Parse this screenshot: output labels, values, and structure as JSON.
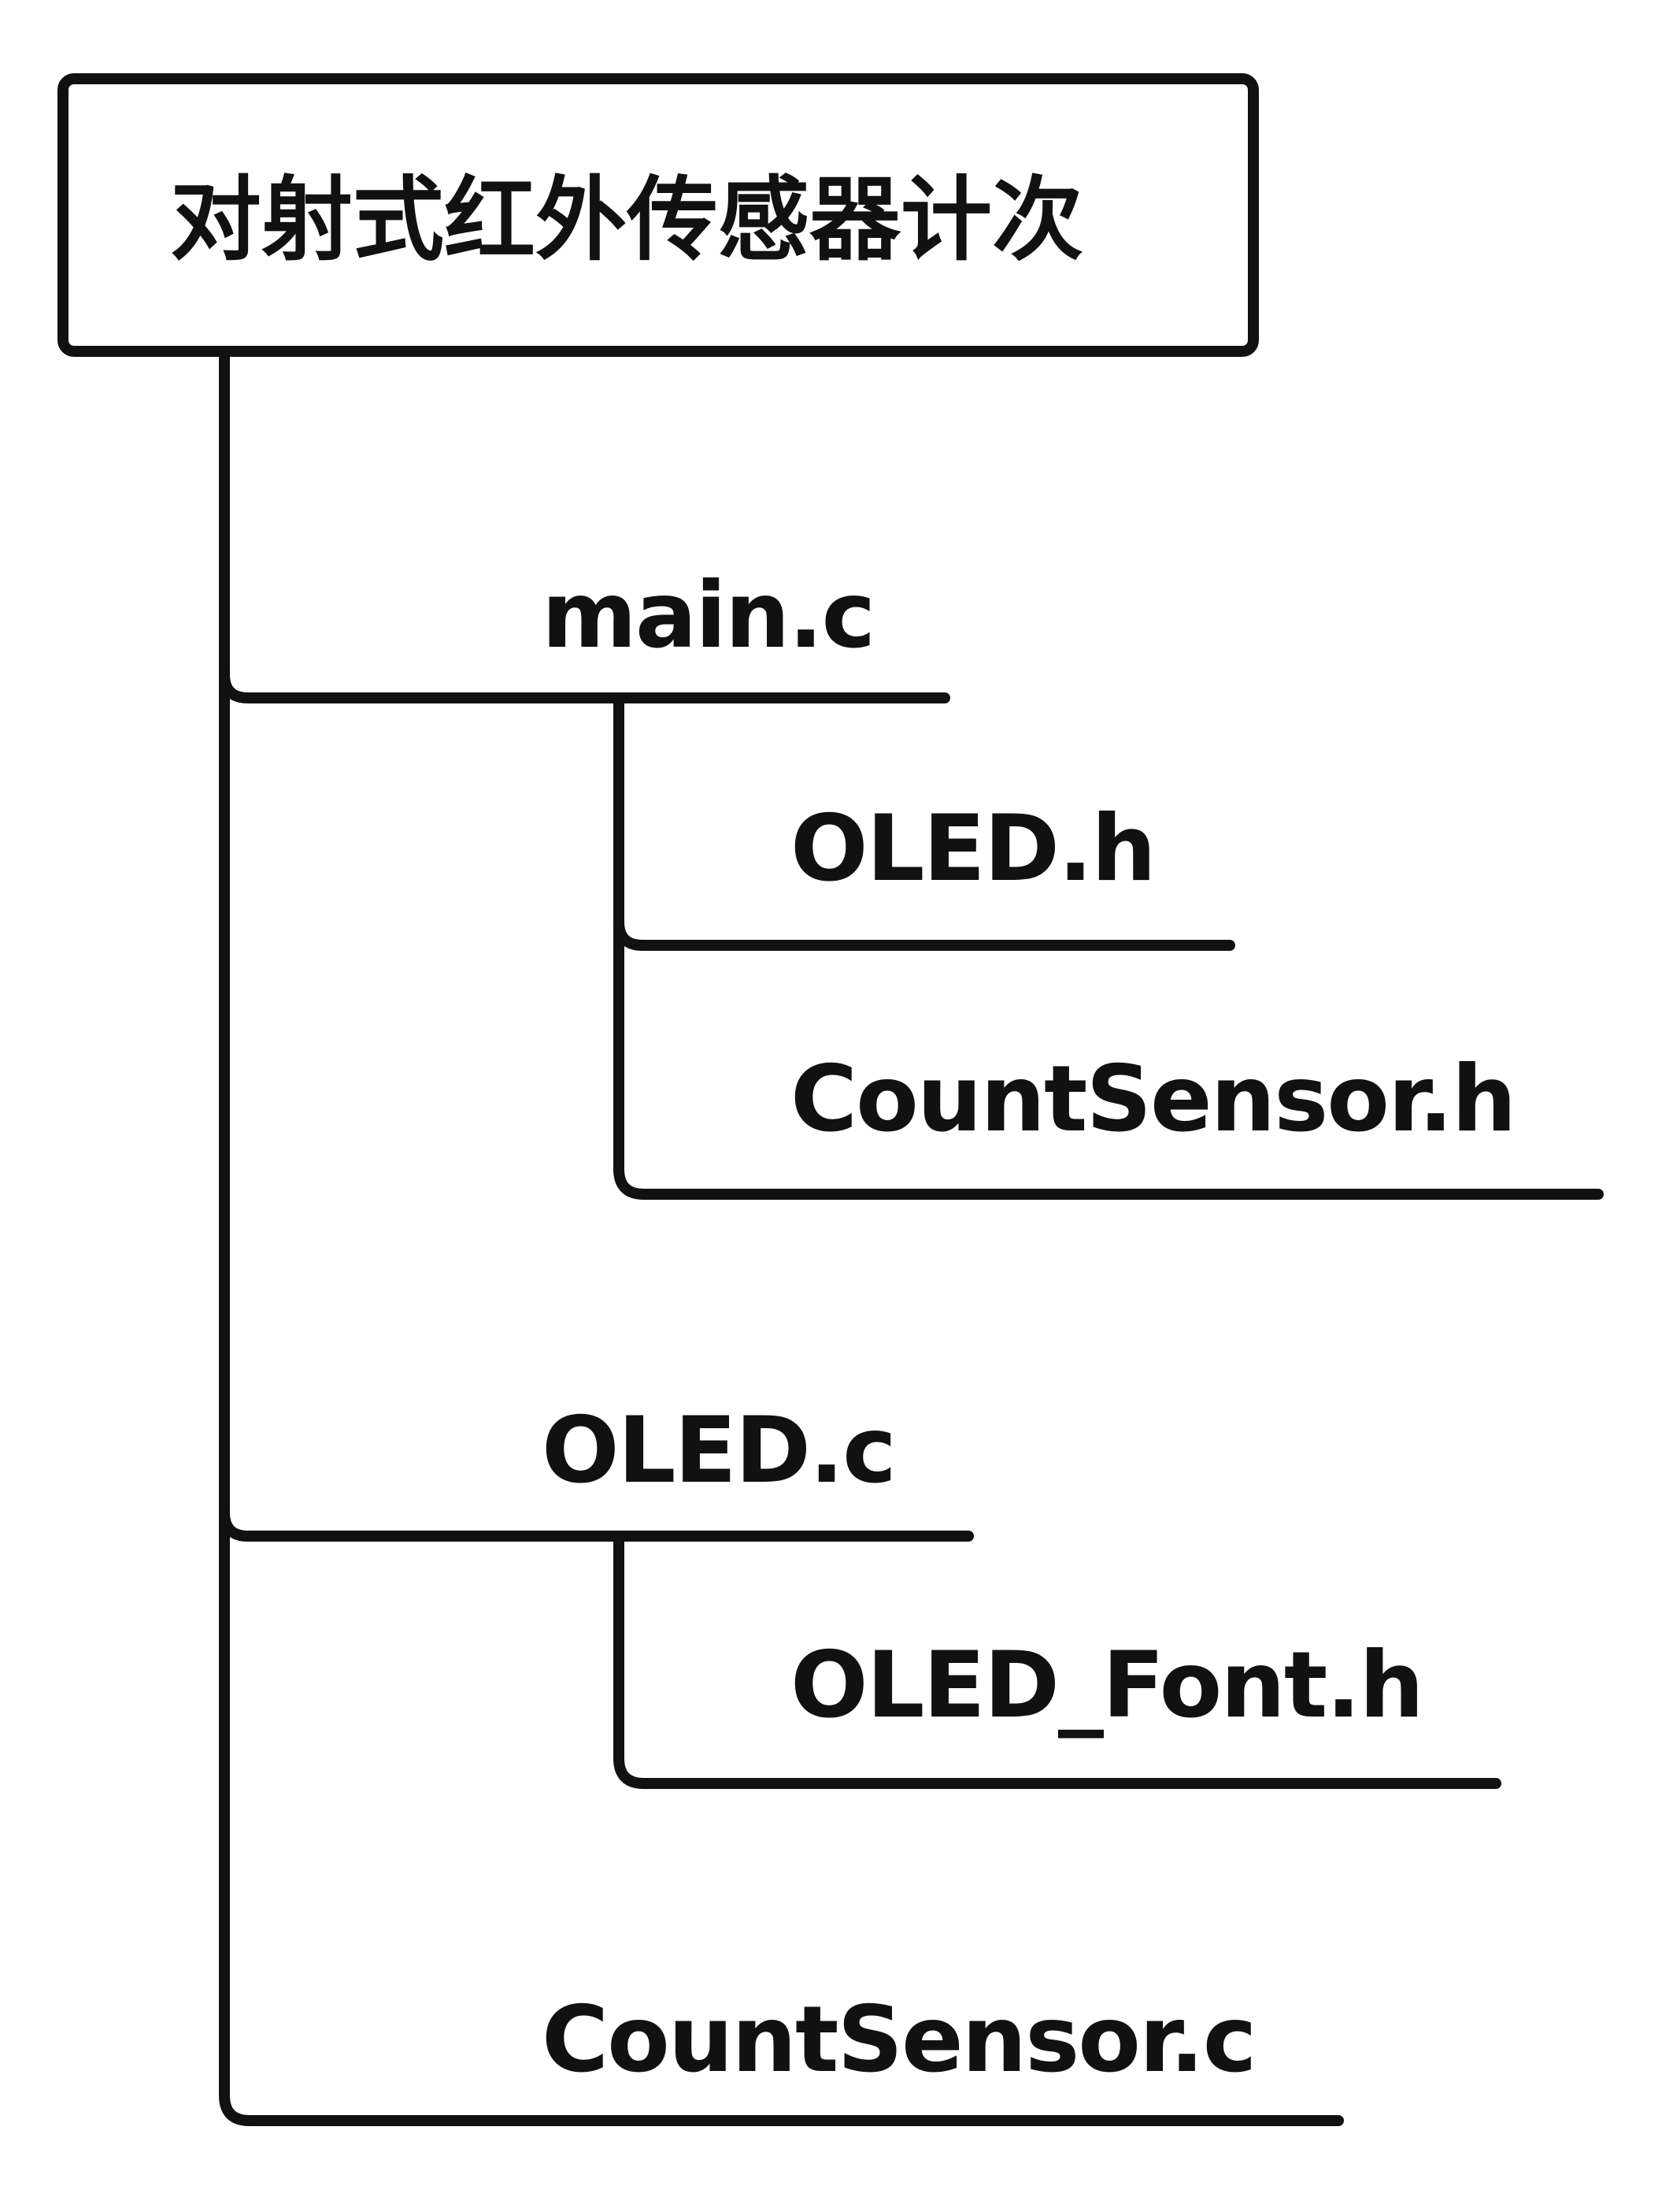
{
  "diagram": {
    "type": "file-tree",
    "stroke_color": "#111111",
    "root": {
      "label": "对射式红外传感器计次",
      "children": [
        {
          "label": "main.c",
          "children": [
            {
              "label": "OLED.h"
            },
            {
              "label": "CountSensor.h"
            }
          ]
        },
        {
          "label": "OLED.c",
          "children": [
            {
              "label": "OLED_Font.h"
            }
          ]
        },
        {
          "label": "CountSensor.c",
          "children": []
        }
      ]
    }
  }
}
